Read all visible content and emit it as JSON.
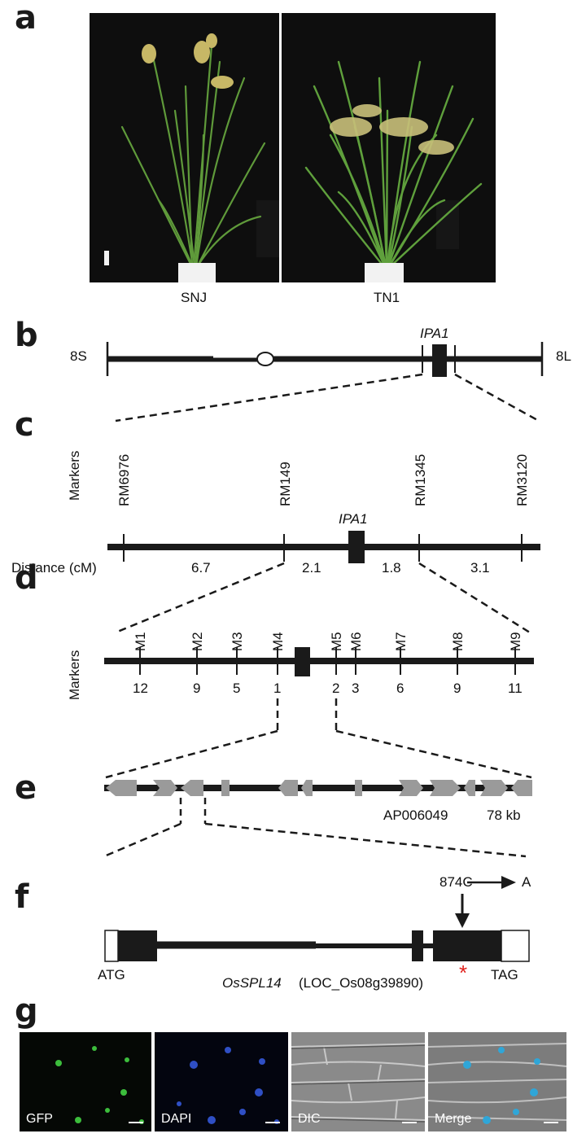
{
  "panels": {
    "a": {
      "label": "a",
      "left_caption": "SNJ",
      "right_caption": "TN1"
    },
    "b": {
      "label": "b",
      "left_end": "8S",
      "right_end": "8L",
      "gene": "IPA1"
    },
    "c": {
      "label": "c",
      "markers_title": "Markers",
      "distance_title": "Distance (cM)",
      "gene": "IPA1",
      "markers": [
        "RM6976",
        "RM149",
        "RM1345",
        "RM3120"
      ],
      "distances": [
        "6.7",
        "2.1",
        "1.8",
        "3.1"
      ]
    },
    "d": {
      "label": "d",
      "markers_title": "Markers",
      "markers": [
        "M1",
        "M2",
        "M3",
        "M4",
        "M5",
        "M6",
        "M7",
        "M8",
        "M9"
      ],
      "recombinants": [
        "12",
        "9",
        "5",
        "1",
        "2",
        "3",
        "6",
        "9",
        "11"
      ]
    },
    "e": {
      "label": "e",
      "accession": "AP006049",
      "size": "78 kb"
    },
    "f": {
      "label": "f",
      "mutation_from": "874C",
      "mutation_to": "A",
      "start_codon": "ATG",
      "stop_codon": "TAG",
      "gene_name": "OsSPL14",
      "locus": "(LOC_Os08g39890)",
      "asterisk": "*"
    },
    "g": {
      "label": "g",
      "channels": [
        "GFP",
        "DAPI",
        "DIC",
        "Merge"
      ]
    }
  },
  "colors": {
    "line": "#1a1a1a",
    "gene_arrow": "#9a9a9a",
    "asterisk": "#e0201c",
    "photo_bg": "#0b0b0b"
  }
}
